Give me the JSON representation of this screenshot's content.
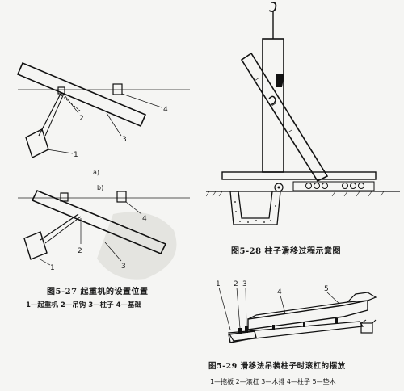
{
  "fig527": {
    "sub_a": "a)",
    "sub_b": "b)",
    "callouts_a": [
      "1",
      "2",
      "3",
      "4"
    ],
    "callouts_b": [
      "1",
      "2",
      "3",
      "4"
    ],
    "caption": "图5-27  起重机的设置位置",
    "legend": "1—起重机  2—吊钩  3—柱子  4—基础"
  },
  "fig528": {
    "caption": "图5-28  柱子滑移过程示意图"
  },
  "fig529": {
    "callouts": [
      "1",
      "2",
      "3",
      "4",
      "5"
    ],
    "caption": "图5-29  滑移法吊装柱子时滚杠的摆放",
    "legend": "1—拖板  2—滚杠  3—木排  4—柱子  5—垫木"
  }
}
